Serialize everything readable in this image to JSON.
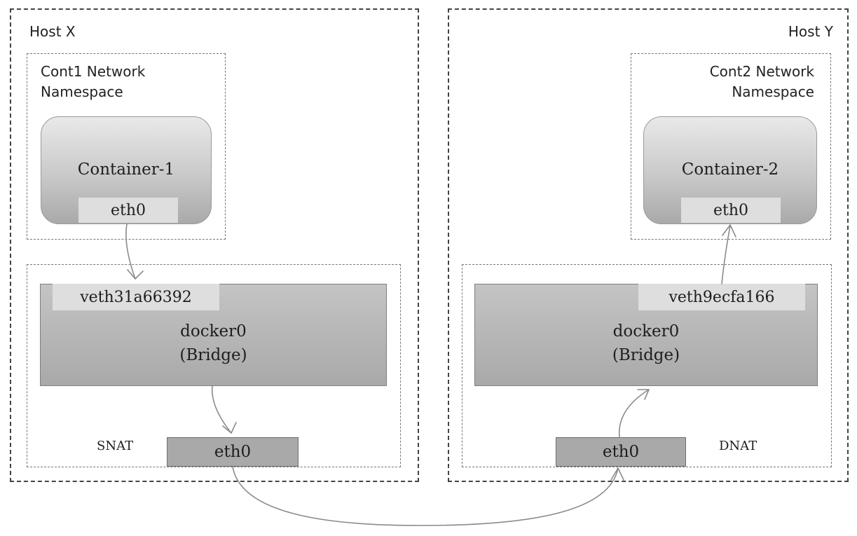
{
  "hosts": {
    "x": {
      "title": "Host X",
      "namespace_label_line1": "Cont1 Network",
      "namespace_label_line2": "Namespace",
      "container_name": "Container-1",
      "container_iface": "eth0",
      "veth": "veth31a66392",
      "bridge_line1": "docker0",
      "bridge_line2": "(Bridge)",
      "nat_label": "SNAT",
      "host_iface": "eth0"
    },
    "y": {
      "title": "Host Y",
      "namespace_label_line1": "Cont2 Network",
      "namespace_label_line2": "Namespace",
      "container_name": "Container-2",
      "container_iface": "eth0",
      "veth": "veth9ecfa166",
      "bridge_line1": "docker0",
      "bridge_line2": "(Bridge)",
      "nat_label": "DNAT",
      "host_iface": "eth0"
    }
  }
}
